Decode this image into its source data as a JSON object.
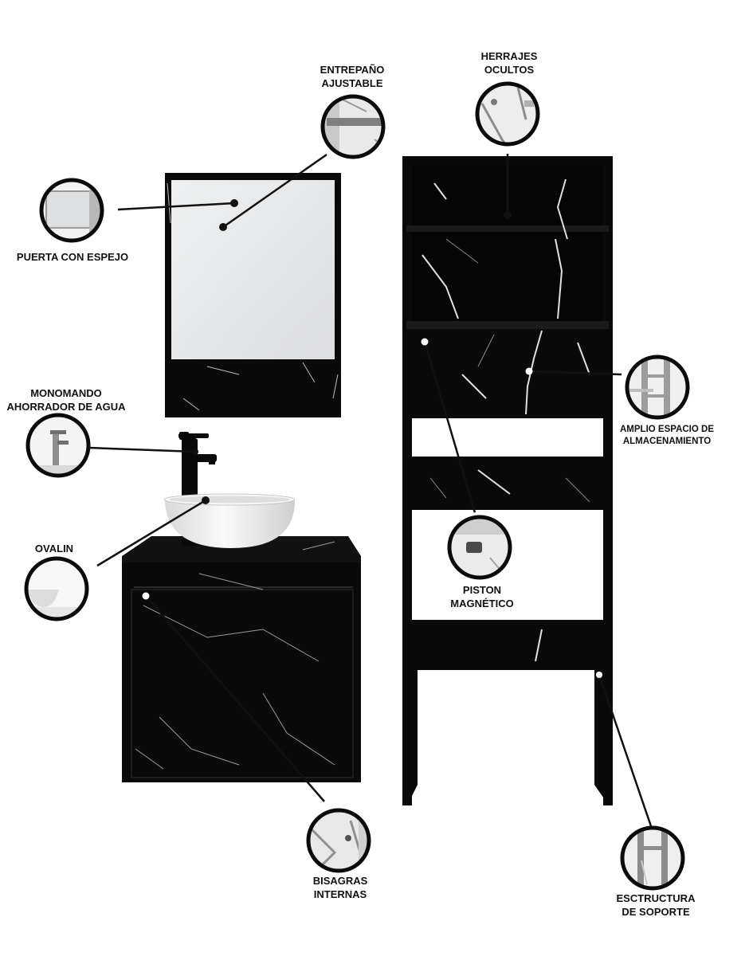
{
  "colors": {
    "furniture": "#0a0a0a",
    "vein": "#d9d9d9",
    "mirror": "#e6e7e8",
    "circle_border": "#0b0b0b",
    "leader": "#111111",
    "basin": "#f1f1f1"
  },
  "callouts": {
    "entrepano": {
      "lines": [
        "ENTREPAÑO",
        "AJUSTABLE"
      ]
    },
    "herrajes": {
      "lines": [
        "HERRAJES",
        "OCULTOS"
      ]
    },
    "puerta": {
      "lines": [
        "PUERTA CON ESPEJO"
      ]
    },
    "monomando": {
      "lines": [
        "MONOMANDO",
        "AHORRADOR DE AGUA"
      ]
    },
    "ovalin": {
      "lines": [
        "OVALIN"
      ]
    },
    "amplio": {
      "lines": [
        "AMPLIO ESPACIO DE",
        "ALMACENAMIENTO"
      ]
    },
    "piston": {
      "lines": [
        "PISTON",
        "MAGNÉTICO"
      ]
    },
    "bisagras": {
      "lines": [
        "BISAGRAS",
        "INTERNAS"
      ]
    },
    "estructura": {
      "lines": [
        "ESCTRUCTURA",
        "DE SOPORTE"
      ]
    }
  }
}
